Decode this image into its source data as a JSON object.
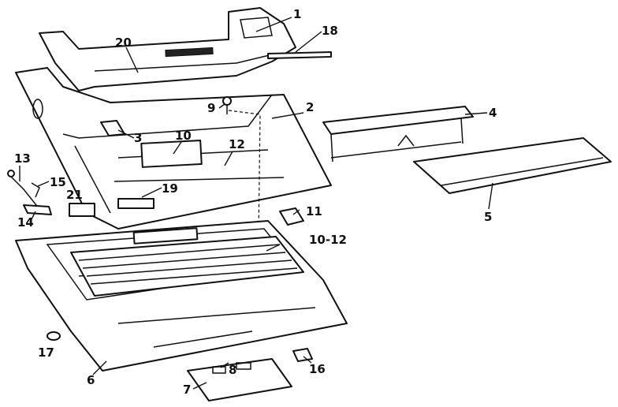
{
  "callouts": [
    {
      "id": "1",
      "text": "1"
    },
    {
      "id": "2",
      "text": "2"
    },
    {
      "id": "3",
      "text": "3"
    },
    {
      "id": "4",
      "text": "4"
    },
    {
      "id": "5",
      "text": "5"
    },
    {
      "id": "6",
      "text": "6"
    },
    {
      "id": "7",
      "text": "7"
    },
    {
      "id": "8",
      "text": "8"
    },
    {
      "id": "9",
      "text": "9"
    },
    {
      "id": "10",
      "text": "10"
    },
    {
      "id": "10_12",
      "text": "10-12"
    },
    {
      "id": "11",
      "text": "11"
    },
    {
      "id": "12",
      "text": "12"
    },
    {
      "id": "13",
      "text": "13"
    },
    {
      "id": "14",
      "text": "14"
    },
    {
      "id": "15",
      "text": "15"
    },
    {
      "id": "16",
      "text": "16"
    },
    {
      "id": "17",
      "text": "17"
    },
    {
      "id": "18",
      "text": "18"
    },
    {
      "id": "19",
      "text": "19"
    },
    {
      "id": "20",
      "text": "20"
    },
    {
      "id": "21",
      "text": "21"
    }
  ]
}
